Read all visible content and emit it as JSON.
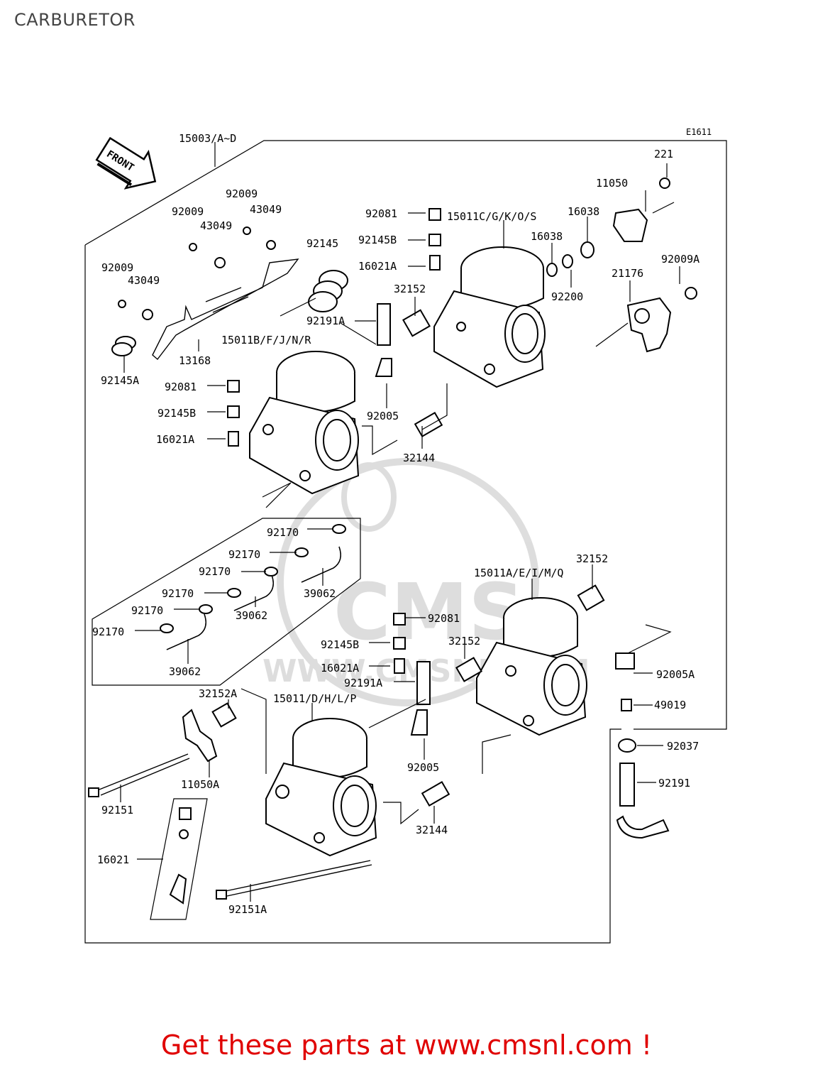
{
  "page": {
    "title": "CARBURETOR"
  },
  "diagram": {
    "code": "E1611",
    "front_arrow": "FRONT",
    "labels": [
      "15003/A~D",
      "221",
      "11050",
      "92009",
      "43049",
      "92009",
      "43049",
      "92081",
      "15011C/G/K/O/S",
      "16038",
      "92145B",
      "16038",
      "92145",
      "16021A",
      "92009A",
      "92009",
      "43049",
      "21176",
      "92200",
      "32152",
      "92191A",
      "15011B/F/J/N/R",
      "13168",
      "92145A",
      "92081",
      "92005",
      "92145B",
      "16021A",
      "32144",
      "92170",
      "92170",
      "92170",
      "39062",
      "92170",
      "92170",
      "39062",
      "92170",
      "39062",
      "32152",
      "15011A/E/I/M/Q",
      "92081",
      "32152",
      "92145B",
      "16021A",
      "92191A",
      "92005A",
      "32152A",
      "15011/D/H/L/P",
      "49019",
      "92037",
      "92005",
      "11050A",
      "92191",
      "92151",
      "32144",
      "16021",
      "92151A"
    ]
  },
  "watermark": {
    "logo_text": "CMS",
    "url_text": "WWW.CMSNL.COM"
  },
  "promo": {
    "text": "Get these parts at www.cmsnl.com !"
  },
  "colors": {
    "promo_red": "#e00000",
    "title_gray": "#444444",
    "line": "#000000"
  }
}
